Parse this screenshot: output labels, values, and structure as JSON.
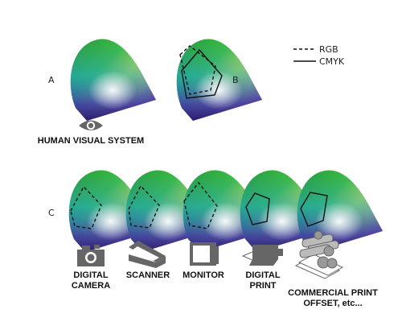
{
  "labels": {
    "a": "A",
    "b": "B",
    "c": "C"
  },
  "legend": {
    "rgb": "RGB",
    "cmyk": "CMYK"
  },
  "human": {
    "caption": "HUMAN VISUAL SYSTEM",
    "icon": "eye-icon"
  },
  "devices": [
    {
      "line1": "DIGITAL",
      "line2": "CAMERA",
      "icon": "camera-icon",
      "gamut": "rgb"
    },
    {
      "line1": "SCANNER",
      "line2": "",
      "icon": "scanner-icon",
      "gamut": "rgb"
    },
    {
      "line1": "MONITOR",
      "line2": "",
      "icon": "monitor-icon",
      "gamut": "rgb"
    },
    {
      "line1": "DIGITAL",
      "line2": "PRINT",
      "icon": "printer-icon",
      "gamut": "cmyk"
    },
    {
      "line1": "COMMERCIAL PRINT",
      "line2": "OFFSET, etc...",
      "icon": "offset-press-icon",
      "gamut": "cmyk"
    }
  ],
  "colors": {
    "outline": "#111111",
    "icon": "#666666",
    "text": "#111111"
  }
}
